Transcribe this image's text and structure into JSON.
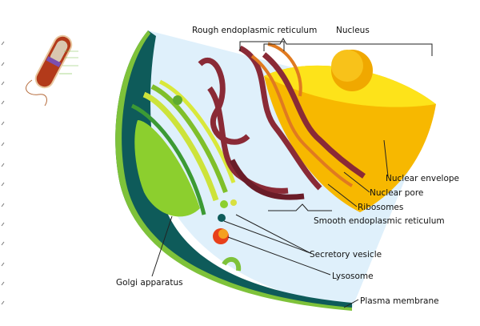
{
  "labels": {
    "rough_er": "Rough endoplasmic reticulum",
    "nucleus": "Nucleus",
    "nuclear_envelope": "Nuclear envelope",
    "nuclear_pore": "Nuclear pore",
    "ribosomes": "Ribosomes",
    "smooth_er": "Smooth endoplasmic reticulum",
    "secretory_vesicle": "Secretory vesicle",
    "lysosome": "Lysosome",
    "golgi": "Golgi apparatus",
    "plasma_membrane": "Plasma membrane"
  },
  "colors": {
    "cytoplasm": "#dff0fb",
    "membrane_outer": "#5aa62a",
    "membrane_inner": "#0e5b5a",
    "er": "#8a2a36",
    "nucleus": "#f7c600",
    "golgi": "#8ccf2e"
  }
}
